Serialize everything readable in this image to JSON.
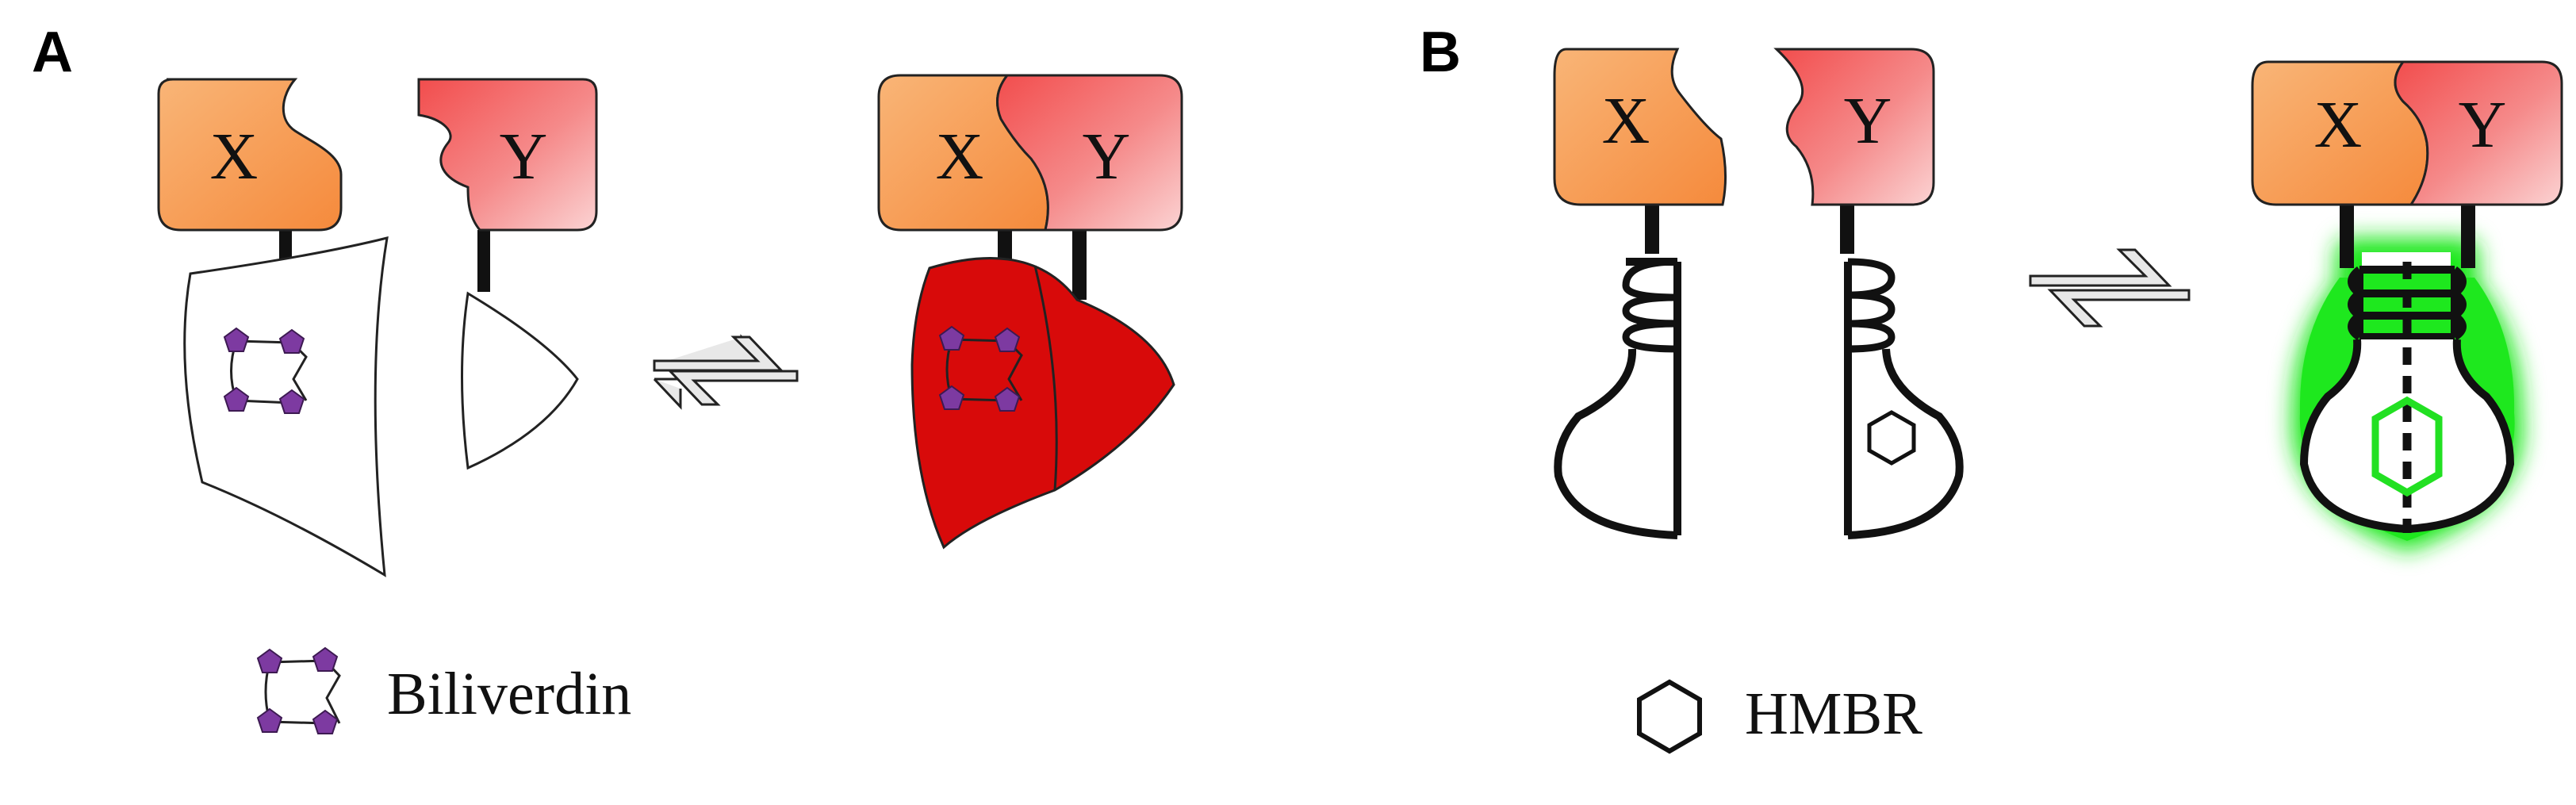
{
  "panel_a": {
    "label": "A",
    "protein_x": "X",
    "protein_y": "Y",
    "legend_text": "Biliverdin"
  },
  "panel_b": {
    "label": "B",
    "protein_x": "X",
    "protein_y": "Y",
    "legend_text": "HMBR"
  },
  "colors": {
    "orange": "#f7a25e",
    "red_pink": "#f36f6f",
    "fluorescent_red": "#d80a0a",
    "biliverdin_purple": "#7d3aa1",
    "green_glow": "#1ee81e"
  }
}
